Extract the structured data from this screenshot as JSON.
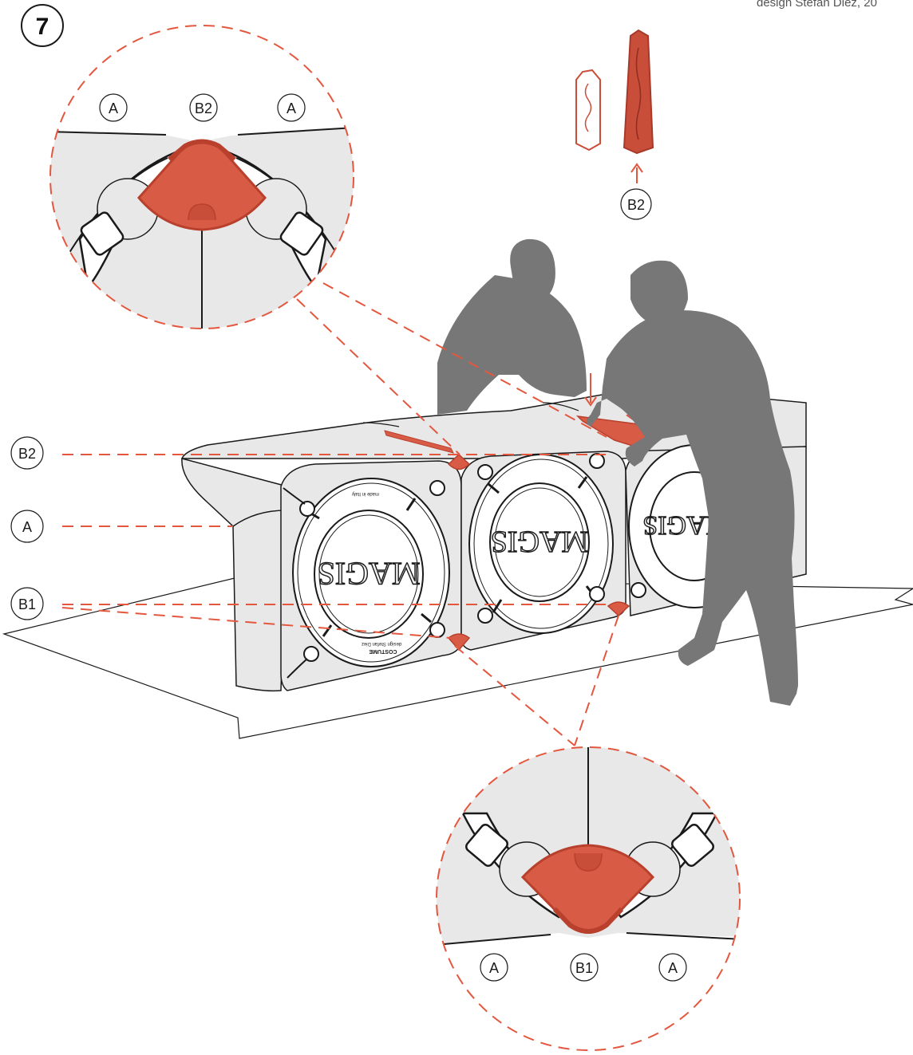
{
  "step": {
    "number": "7"
  },
  "credit": {
    "text": "design Stefan Diez, 20"
  },
  "labels": {
    "A": "A",
    "B1": "B1",
    "B2": "B2"
  },
  "module": {
    "brand": "MAGIS",
    "product": "COSTUME",
    "designer": "design Stefan Diez",
    "origin": "made in Italy"
  },
  "colors": {
    "accent": "#d85b45",
    "accent_dark": "#b8402d",
    "body_fill": "#e8e8e8",
    "figure_fill": "#777777",
    "line": "#1a1a1a",
    "dash": "#e4573f"
  }
}
